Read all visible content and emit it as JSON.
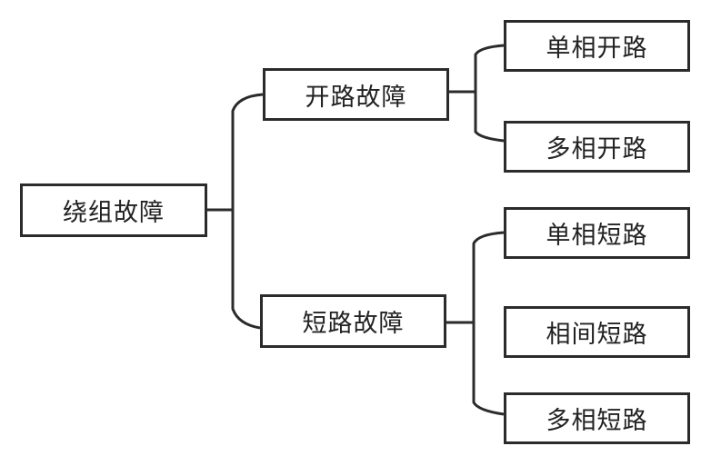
{
  "diagram": {
    "type": "tree",
    "root": {
      "label": "绕组故障",
      "children": [
        {
          "label": "开路故障",
          "children": [
            {
              "label": "单相开路"
            },
            {
              "label": "多相开路"
            }
          ]
        },
        {
          "label": "短路故障",
          "children": [
            {
              "label": "单相短路"
            },
            {
              "label": "相间短路"
            },
            {
              "label": "多相短路"
            }
          ]
        }
      ]
    },
    "line_color": "#2b2b2b"
  }
}
